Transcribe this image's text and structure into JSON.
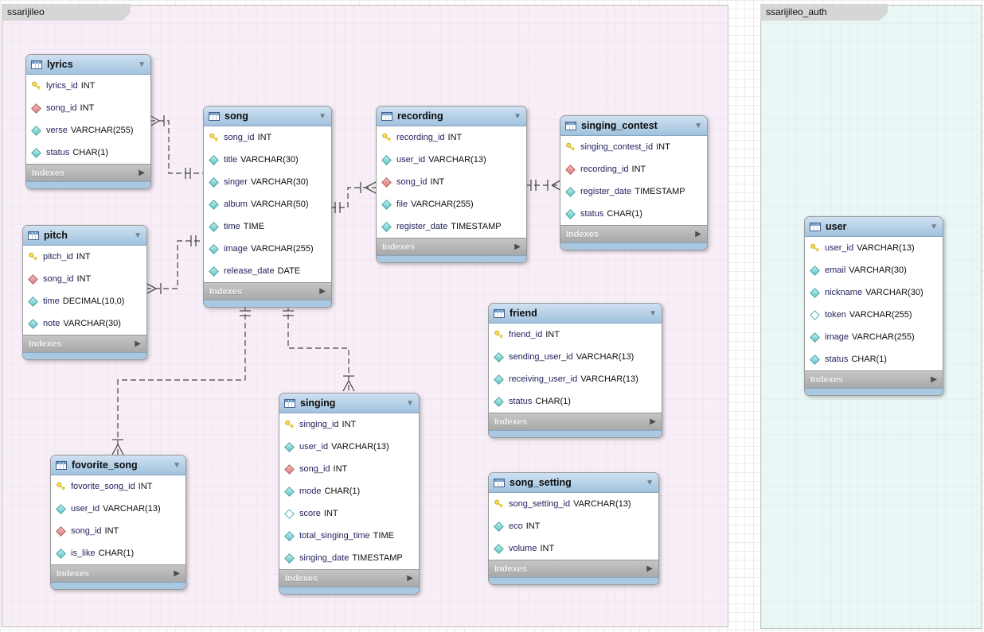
{
  "layers": [
    {
      "id": "ssarijileo",
      "label": "ssarijileo",
      "fill": "#f8eef8"
    },
    {
      "id": "ssarijileo_auth",
      "label": "ssarijileo_auth",
      "fill": "#e9f7f7"
    }
  ],
  "ui": {
    "indexes_label": "Indexes",
    "collapse_icon": "▼",
    "expand_icon": "▶"
  },
  "tables": [
    {
      "id": "lyrics",
      "title": "lyrics",
      "fields": [
        {
          "icon": "primary-key",
          "name": "lyrics_id",
          "type": "INT"
        },
        {
          "icon": "foreign-key",
          "name": "song_id",
          "type": "INT"
        },
        {
          "icon": "column",
          "name": "verse",
          "type": "VARCHAR(255)"
        },
        {
          "icon": "column",
          "name": "status",
          "type": "CHAR(1)"
        }
      ]
    },
    {
      "id": "pitch",
      "title": "pitch",
      "fields": [
        {
          "icon": "primary-key",
          "name": "pitch_id",
          "type": "INT"
        },
        {
          "icon": "foreign-key",
          "name": "song_id",
          "type": "INT"
        },
        {
          "icon": "column",
          "name": "time",
          "type": "DECIMAL(10,0)"
        },
        {
          "icon": "column",
          "name": "note",
          "type": "VARCHAR(30)"
        }
      ]
    },
    {
      "id": "song",
      "title": "song",
      "fields": [
        {
          "icon": "primary-key",
          "name": "song_id",
          "type": "INT"
        },
        {
          "icon": "column",
          "name": "title",
          "type": "VARCHAR(30)"
        },
        {
          "icon": "column",
          "name": "singer",
          "type": "VARCHAR(30)"
        },
        {
          "icon": "column",
          "name": "album",
          "type": "VARCHAR(50)"
        },
        {
          "icon": "column",
          "name": "time",
          "type": "TIME"
        },
        {
          "icon": "column",
          "name": "image",
          "type": "VARCHAR(255)"
        },
        {
          "icon": "column",
          "name": "release_date",
          "type": "DATE"
        }
      ]
    },
    {
      "id": "recording",
      "title": "recording",
      "fields": [
        {
          "icon": "primary-key",
          "name": "recording_id",
          "type": "INT"
        },
        {
          "icon": "column",
          "name": "user_id",
          "type": "VARCHAR(13)"
        },
        {
          "icon": "foreign-key",
          "name": "song_id",
          "type": "INT"
        },
        {
          "icon": "column",
          "name": "file",
          "type": "VARCHAR(255)"
        },
        {
          "icon": "column",
          "name": "register_date",
          "type": "TIMESTAMP"
        }
      ]
    },
    {
      "id": "singing_contest",
      "title": "singing_contest",
      "fields": [
        {
          "icon": "primary-key",
          "name": "singing_contest_id",
          "type": "INT"
        },
        {
          "icon": "foreign-key",
          "name": "recording_id",
          "type": "INT"
        },
        {
          "icon": "column",
          "name": "register_date",
          "type": "TIMESTAMP"
        },
        {
          "icon": "column",
          "name": "status",
          "type": "CHAR(1)"
        }
      ]
    },
    {
      "id": "friend",
      "title": "friend",
      "fields": [
        {
          "icon": "primary-key",
          "name": "friend_id",
          "type": "INT"
        },
        {
          "icon": "column",
          "name": "sending_user_id",
          "type": "VARCHAR(13)"
        },
        {
          "icon": "column",
          "name": "receiving_user_id",
          "type": "VARCHAR(13)"
        },
        {
          "icon": "column",
          "name": "status",
          "type": "CHAR(1)"
        }
      ]
    },
    {
      "id": "singing",
      "title": "singing",
      "fields": [
        {
          "icon": "primary-key",
          "name": "singing_id",
          "type": "INT"
        },
        {
          "icon": "column",
          "name": "user_id",
          "type": "VARCHAR(13)"
        },
        {
          "icon": "foreign-key",
          "name": "song_id",
          "type": "INT"
        },
        {
          "icon": "column",
          "name": "mode",
          "type": "CHAR(1)"
        },
        {
          "icon": "nullable-column",
          "name": "score",
          "type": "INT"
        },
        {
          "icon": "column",
          "name": "total_singing_time",
          "type": "TIME"
        },
        {
          "icon": "column",
          "name": "singing_date",
          "type": "TIMESTAMP"
        }
      ]
    },
    {
      "id": "fovorite_song",
      "title": "fovorite_song",
      "fields": [
        {
          "icon": "primary-key",
          "name": "fovorite_song_id",
          "type": "INT"
        },
        {
          "icon": "column",
          "name": "user_id",
          "type": "VARCHAR(13)"
        },
        {
          "icon": "foreign-key",
          "name": "song_id",
          "type": "INT"
        },
        {
          "icon": "column",
          "name": "is_like",
          "type": "CHAR(1)"
        }
      ]
    },
    {
      "id": "song_setting",
      "title": "song_setting",
      "fields": [
        {
          "icon": "primary-key",
          "name": "song_setting_id",
          "type": "VARCHAR(13)"
        },
        {
          "icon": "column",
          "name": "eco",
          "type": "INT"
        },
        {
          "icon": "column",
          "name": "volume",
          "type": "INT"
        }
      ]
    },
    {
      "id": "user",
      "title": "user",
      "fields": [
        {
          "icon": "primary-key",
          "name": "user_id",
          "type": "VARCHAR(13)"
        },
        {
          "icon": "column",
          "name": "email",
          "type": "VARCHAR(30)"
        },
        {
          "icon": "column",
          "name": "nickname",
          "type": "VARCHAR(30)"
        },
        {
          "icon": "nullable-column",
          "name": "token",
          "type": "VARCHAR(255)"
        },
        {
          "icon": "column",
          "name": "image",
          "type": "VARCHAR(255)"
        },
        {
          "icon": "column",
          "name": "status",
          "type": "CHAR(1)"
        }
      ]
    }
  ],
  "relationships": [
    {
      "many_side": "lyrics",
      "one_side": "song",
      "style": "dashed"
    },
    {
      "many_side": "pitch",
      "one_side": "song",
      "style": "dashed"
    },
    {
      "many_side": "recording",
      "one_side": "song",
      "style": "dashed"
    },
    {
      "many_side": "singing_contest",
      "one_side": "recording",
      "style": "dashed"
    },
    {
      "many_side": "fovorite_song",
      "one_side": "song",
      "style": "dashed"
    },
    {
      "many_side": "singing",
      "one_side": "song",
      "style": "dashed"
    }
  ]
}
